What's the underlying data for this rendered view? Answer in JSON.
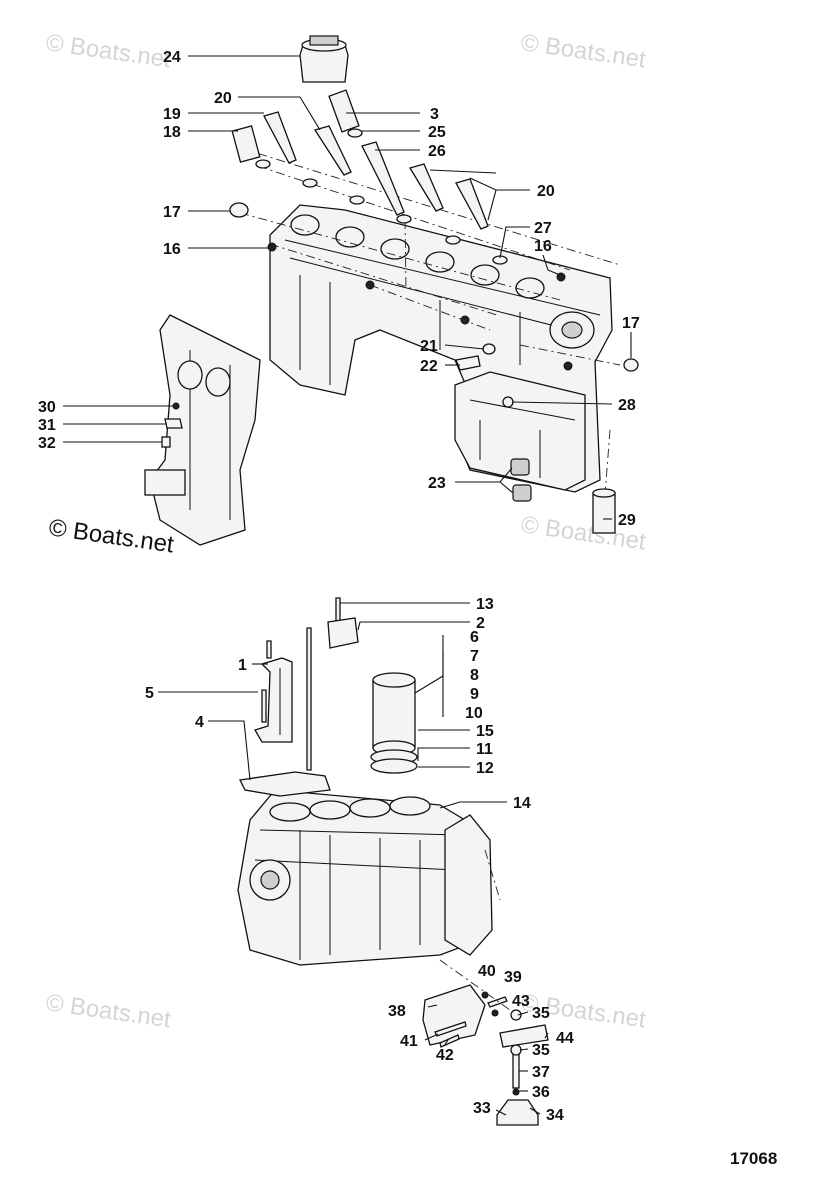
{
  "watermark": {
    "text": "© Boats.net"
  },
  "figure_number": "17068",
  "callouts": {
    "n1": "1",
    "n2": "2",
    "n3": "3",
    "n4": "4",
    "n5": "5",
    "n6": "6",
    "n7": "7",
    "n8": "8",
    "n9": "9",
    "n10": "10",
    "n11": "11",
    "n12": "12",
    "n13": "13",
    "n14": "14",
    "n15": "15",
    "n16a": "16",
    "n16b": "16",
    "n17a": "17",
    "n17b": "17",
    "n18": "18",
    "n19": "19",
    "n20a": "20",
    "n20b": "20",
    "n21": "21",
    "n22": "22",
    "n23": "23",
    "n24": "24",
    "n25": "25",
    "n26": "26",
    "n27": "27",
    "n28": "28",
    "n29": "29",
    "n30": "30",
    "n31": "31",
    "n32": "32",
    "n33": "33",
    "n34": "34",
    "n35a": "35",
    "n35b": "35",
    "n36": "36",
    "n37": "37",
    "n38": "38",
    "n39": "39",
    "n40": "40",
    "n41": "41",
    "n42": "42",
    "n43": "43",
    "n44": "44"
  }
}
